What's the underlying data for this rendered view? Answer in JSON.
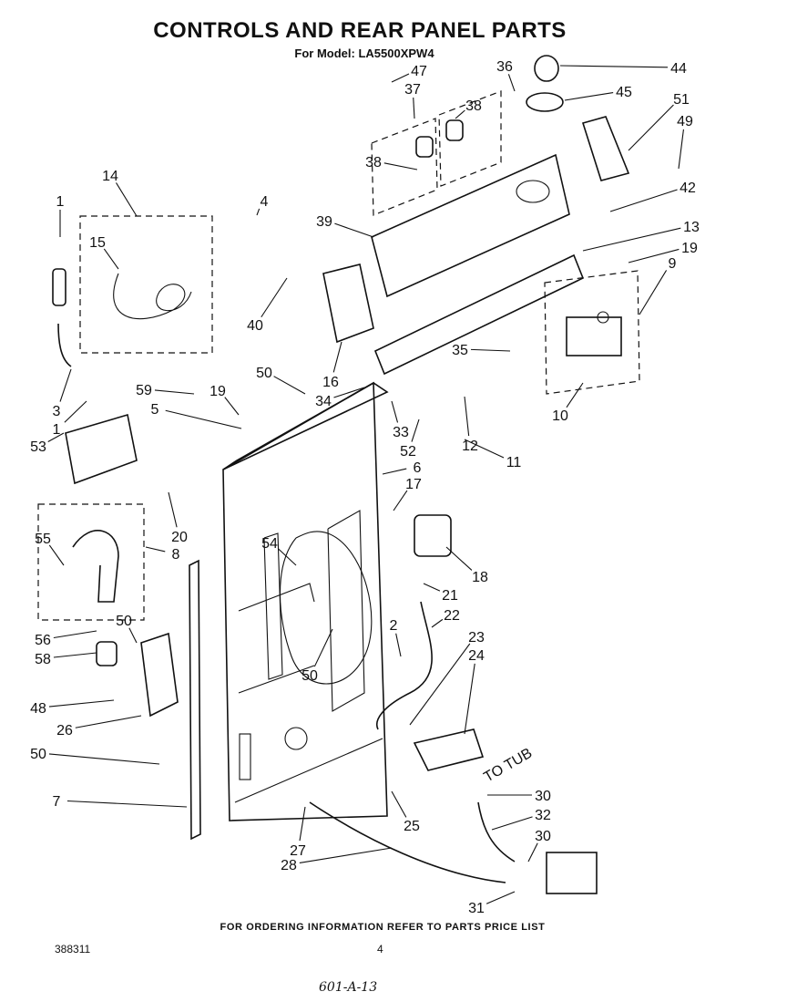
{
  "header": {
    "title": "CONTROLS AND REAR PANEL PARTS",
    "subtitle": "For Model: LA5500XPW4"
  },
  "footer": {
    "ordering_note": "FOR ORDERING INFORMATION REFER TO PARTS PRICE LIST",
    "document_number": "388311",
    "page_number": "4",
    "handwritten_note": "601-A-13"
  },
  "annotations": {
    "to_tub": "TO TUB"
  },
  "callouts": [
    "1",
    "1",
    "2",
    "3",
    "4",
    "5",
    "6",
    "7",
    "8",
    "9",
    "10",
    "11",
    "12",
    "13",
    "14",
    "15",
    "16",
    "17",
    "18",
    "19",
    "19",
    "20",
    "21",
    "22",
    "23",
    "24",
    "25",
    "26",
    "27",
    "28",
    "30",
    "30",
    "31",
    "32",
    "33",
    "34",
    "35",
    "36",
    "37",
    "38",
    "38",
    "39",
    "40",
    "42",
    "44",
    "45",
    "47",
    "48",
    "49",
    "50",
    "50",
    "50",
    "50",
    "51",
    "52",
    "53",
    "54",
    "55",
    "56",
    "58",
    "59"
  ]
}
